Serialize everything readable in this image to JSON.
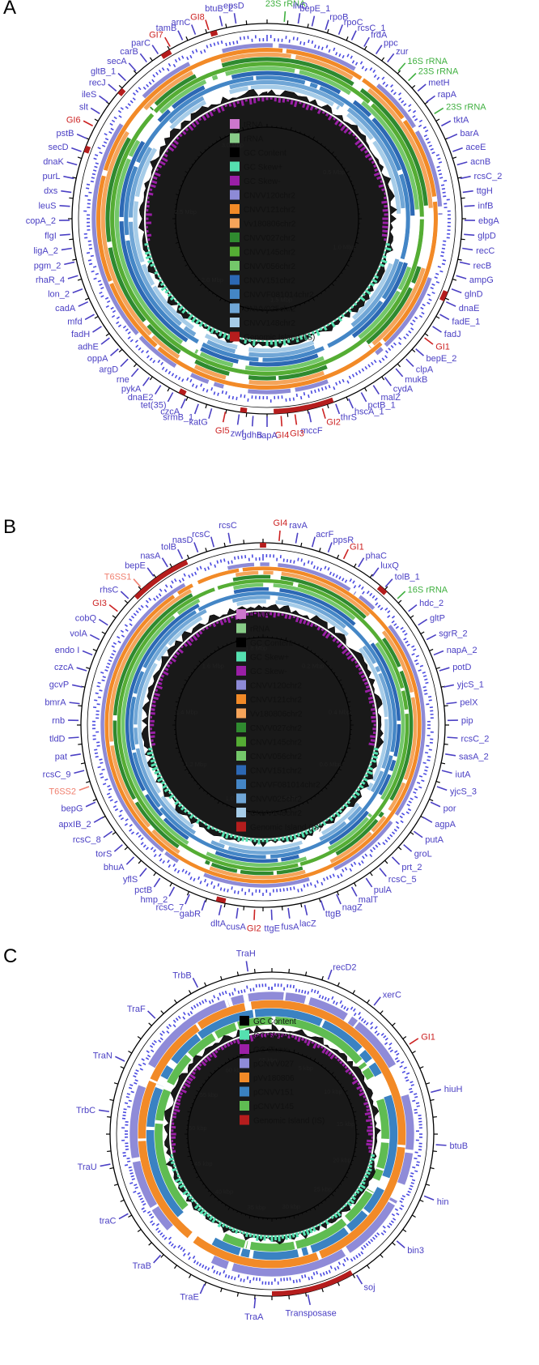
{
  "colors": {
    "tRNA": "#cc77cc",
    "rRNA": "#88cc88",
    "gc_content": "#000000",
    "gc_skew_pos": "#55e0b0",
    "gc_skew_neg": "#9a1fa6",
    "gene_label": "#4b40c4",
    "rrna_label": "#40b040",
    "island_label": "#cc2222",
    "t6ss_label": "#f08070",
    "cds": "#4a4ae0",
    "island": "#b51d1d",
    "CNVV120chr2": "#8d8ad6",
    "CNVV121chr2": "#f28a27",
    "Vv180806chr2": "#f5a45a",
    "CNVV027chr2": "#2f8a2f",
    "CNVV145chr2": "#55ad34",
    "CNVV056chr2": "#74c76a",
    "CNVV151chr2": "#2c68b4",
    "CNVVF081014chr2": "#4486c6",
    "CNVV025chr2": "#70a6d6",
    "CNVV148chr2": "#a6cce8",
    "pCNVV027": "#8f8bd8",
    "pVv180806": "#f28a27",
    "pCNVV151": "#3a82c2",
    "pCNVV145": "#5fbc52"
  },
  "panels": [
    {
      "letter": "A",
      "legend": [
        {
          "label": "tRNA",
          "color": "#cc77cc"
        },
        {
          "label": "rRNA",
          "color": "#88cc88"
        },
        {
          "label": "GC Content",
          "color": "#000000"
        },
        {
          "label": "GC Skew+",
          "color": "#55e0b0"
        },
        {
          "label": "GC Skew-",
          "color": "#9a1fa6"
        },
        {
          "label": "CNVV120chr2",
          "color": "#8d8ad6"
        },
        {
          "label": "CNVV121chr2",
          "color": "#f28a27"
        },
        {
          "label": "Vv180806chr2",
          "color": "#f5a45a"
        },
        {
          "label": "CNVV027chr2",
          "color": "#2f8a2f"
        },
        {
          "label": "CNVV145chr2",
          "color": "#55ad34"
        },
        {
          "label": "CNVV056chr2",
          "color": "#74c76a"
        },
        {
          "label": "CNVV151chr2",
          "color": "#2c68b4"
        },
        {
          "label": "CNVVF081014chr2",
          "color": "#4486c6"
        },
        {
          "label": "CNVV025chr2",
          "color": "#70a6d6"
        },
        {
          "label": "CNVV148chr2",
          "color": "#a6cce8"
        },
        {
          "label": "Genomic Island (IS)",
          "color": "#b51d1d"
        }
      ],
      "tick_labels": [
        "0.5 Mbp",
        "1.0 Mbp",
        "1.5 Mbp",
        "2.0 Mbp",
        "2.5 Mbp",
        "3.0 Mbp"
      ],
      "labels": [
        {
          "text": "23S rRNA",
          "kind": "rrna"
        },
        {
          "text": "ilvD",
          "kind": "gene"
        },
        {
          "text": "bepE_1",
          "kind": "gene"
        },
        {
          "text": "rpoB",
          "kind": "gene"
        },
        {
          "text": "rpoC",
          "kind": "gene"
        },
        {
          "text": "rcsC_1",
          "kind": "gene"
        },
        {
          "text": "frdA",
          "kind": "gene"
        },
        {
          "text": "ppc",
          "kind": "gene"
        },
        {
          "text": "zur",
          "kind": "gene"
        },
        {
          "text": "16S rRNA",
          "kind": "rrna"
        },
        {
          "text": "23S rRNA",
          "kind": "rrna"
        },
        {
          "text": "metH",
          "kind": "gene"
        },
        {
          "text": "rapA",
          "kind": "gene"
        },
        {
          "text": "23S rRNA",
          "kind": "rrna"
        },
        {
          "text": "tktA",
          "kind": "gene"
        },
        {
          "text": "barA",
          "kind": "gene"
        },
        {
          "text": "aceE",
          "kind": "gene"
        },
        {
          "text": "acnB",
          "kind": "gene"
        },
        {
          "text": "rcsC_2",
          "kind": "gene"
        },
        {
          "text": "ttgH",
          "kind": "gene"
        },
        {
          "text": "infB",
          "kind": "gene"
        },
        {
          "text": "ebgA",
          "kind": "gene"
        },
        {
          "text": "glpD",
          "kind": "gene"
        },
        {
          "text": "recC",
          "kind": "gene"
        },
        {
          "text": "recB",
          "kind": "gene"
        },
        {
          "text": "ampG",
          "kind": "gene"
        },
        {
          "text": "glnD",
          "kind": "gene"
        },
        {
          "text": "dnaE",
          "kind": "gene"
        },
        {
          "text": "fadE_1",
          "kind": "gene"
        },
        {
          "text": "fadJ",
          "kind": "gene"
        },
        {
          "text": "GI1",
          "kind": "island"
        },
        {
          "text": "bepE_2",
          "kind": "gene"
        },
        {
          "text": "clpA",
          "kind": "gene"
        },
        {
          "text": "mukB",
          "kind": "gene"
        },
        {
          "text": "cydA",
          "kind": "gene"
        },
        {
          "text": "malZ",
          "kind": "gene"
        },
        {
          "text": "pctB_1",
          "kind": "gene"
        },
        {
          "text": "hscA_1",
          "kind": "gene"
        },
        {
          "text": "thrS",
          "kind": "gene"
        },
        {
          "text": "GI2",
          "kind": "island"
        },
        {
          "text": "mccF",
          "kind": "gene"
        },
        {
          "text": "GI3",
          "kind": "island"
        },
        {
          "text": "GI4",
          "kind": "island"
        },
        {
          "text": "napA",
          "kind": "gene"
        },
        {
          "text": "gdhB",
          "kind": "gene"
        },
        {
          "text": "zwf",
          "kind": "gene"
        },
        {
          "text": "GI5",
          "kind": "island"
        },
        {
          "text": "katG",
          "kind": "gene"
        },
        {
          "text": "srmB_1",
          "kind": "gene"
        },
        {
          "text": "czcA",
          "kind": "gene"
        },
        {
          "text": "tet(35)",
          "kind": "gene"
        },
        {
          "text": "dnaE2",
          "kind": "gene"
        },
        {
          "text": "pykA",
          "kind": "gene"
        },
        {
          "text": "rne",
          "kind": "gene"
        },
        {
          "text": "argD",
          "kind": "gene"
        },
        {
          "text": "oppA",
          "kind": "gene"
        },
        {
          "text": "adhE",
          "kind": "gene"
        },
        {
          "text": "fadH",
          "kind": "gene"
        },
        {
          "text": "mfd",
          "kind": "gene"
        },
        {
          "text": "cadA",
          "kind": "gene"
        },
        {
          "text": "lon_2",
          "kind": "gene"
        },
        {
          "text": "rhaR_4",
          "kind": "gene"
        },
        {
          "text": "pgm_2",
          "kind": "gene"
        },
        {
          "text": "ligA_2",
          "kind": "gene"
        },
        {
          "text": "flgI",
          "kind": "gene"
        },
        {
          "text": "copA_2",
          "kind": "gene"
        },
        {
          "text": "leuS",
          "kind": "gene"
        },
        {
          "text": "dxs",
          "kind": "gene"
        },
        {
          "text": "purL",
          "kind": "gene"
        },
        {
          "text": "dnaK",
          "kind": "gene"
        },
        {
          "text": "secD",
          "kind": "gene"
        },
        {
          "text": "pstB",
          "kind": "gene"
        },
        {
          "text": "GI6",
          "kind": "island"
        },
        {
          "text": "slt",
          "kind": "gene"
        },
        {
          "text": "ileS",
          "kind": "gene"
        },
        {
          "text": "recJ",
          "kind": "gene"
        },
        {
          "text": "gltB_1",
          "kind": "gene"
        },
        {
          "text": "secA",
          "kind": "gene"
        },
        {
          "text": "carB",
          "kind": "gene"
        },
        {
          "text": "parC",
          "kind": "gene"
        },
        {
          "text": "GI7",
          "kind": "island"
        },
        {
          "text": "tamB",
          "kind": "gene"
        },
        {
          "text": "arnC",
          "kind": "gene"
        },
        {
          "text": "GI8",
          "kind": "island"
        },
        {
          "text": "btuB_2",
          "kind": "gene"
        },
        {
          "text": "epsD",
          "kind": "gene"
        }
      ]
    },
    {
      "letter": "B",
      "legend": [
        {
          "label": "tRNA",
          "color": "#cc77cc"
        },
        {
          "label": "rRNA",
          "color": "#88cc88"
        },
        {
          "label": "GC Content",
          "color": "#000000"
        },
        {
          "label": "GC Skew+",
          "color": "#55e0b0"
        },
        {
          "label": "GC Skew-",
          "color": "#9a1fa6"
        },
        {
          "label": "CNVV120chr2",
          "color": "#8d8ad6"
        },
        {
          "label": "CNVV121chr2",
          "color": "#f28a27"
        },
        {
          "label": "Vv180806chr2",
          "color": "#f5a45a"
        },
        {
          "label": "CNVV027chr2",
          "color": "#2f8a2f"
        },
        {
          "label": "CNVV145chr2",
          "color": "#55ad34"
        },
        {
          "label": "CNVV056chr2",
          "color": "#74c76a"
        },
        {
          "label": "CNVV151chr2",
          "color": "#2c68b4"
        },
        {
          "label": "CNVVF081014chr2",
          "color": "#4486c6"
        },
        {
          "label": "CNVV025chr2",
          "color": "#70a6d6"
        },
        {
          "label": "CNVV148chr2",
          "color": "#a6cce8"
        },
        {
          "label": "Genomic Island (IS)",
          "color": "#b51d1d"
        }
      ],
      "tick_labels": [
        "0.2 Mbp",
        "0.4 Mbp",
        "0.6 Mbp",
        "0.8 Mbp",
        "1.0 Mbp",
        "1.2 Mbp",
        "1.4 Mbp",
        "1.6 Mbp",
        "1.8 Mbp"
      ],
      "labels": [
        {
          "text": "GI4",
          "kind": "island"
        },
        {
          "text": "ravA",
          "kind": "gene"
        },
        {
          "text": "acrF",
          "kind": "gene"
        },
        {
          "text": "ppsR",
          "kind": "gene"
        },
        {
          "text": "GI1",
          "kind": "island"
        },
        {
          "text": "phaC",
          "kind": "gene"
        },
        {
          "text": "luxQ",
          "kind": "gene"
        },
        {
          "text": "tolB_1",
          "kind": "gene"
        },
        {
          "text": "16S rRNA",
          "kind": "rrna"
        },
        {
          "text": "hdc_2",
          "kind": "gene"
        },
        {
          "text": "gltP",
          "kind": "gene"
        },
        {
          "text": "sgrR_2",
          "kind": "gene"
        },
        {
          "text": "napA_2",
          "kind": "gene"
        },
        {
          "text": "potD",
          "kind": "gene"
        },
        {
          "text": "yjcS_1",
          "kind": "gene"
        },
        {
          "text": "pelX",
          "kind": "gene"
        },
        {
          "text": "pip",
          "kind": "gene"
        },
        {
          "text": "rcsC_2",
          "kind": "gene"
        },
        {
          "text": "sasA_2",
          "kind": "gene"
        },
        {
          "text": "iutA",
          "kind": "gene"
        },
        {
          "text": "yjcS_3",
          "kind": "gene"
        },
        {
          "text": "por",
          "kind": "gene"
        },
        {
          "text": "agpA",
          "kind": "gene"
        },
        {
          "text": "putA",
          "kind": "gene"
        },
        {
          "text": "groL",
          "kind": "gene"
        },
        {
          "text": "prt_2",
          "kind": "gene"
        },
        {
          "text": "rcsC_5",
          "kind": "gene"
        },
        {
          "text": "pulA",
          "kind": "gene"
        },
        {
          "text": "malT",
          "kind": "gene"
        },
        {
          "text": "nagZ",
          "kind": "gene"
        },
        {
          "text": "ttgB",
          "kind": "gene"
        },
        {
          "text": "lacZ",
          "kind": "gene"
        },
        {
          "text": "fusA",
          "kind": "gene"
        },
        {
          "text": "ttgE",
          "kind": "gene"
        },
        {
          "text": "GI2",
          "kind": "island"
        },
        {
          "text": "cusA",
          "kind": "gene"
        },
        {
          "text": "dltA",
          "kind": "gene"
        },
        {
          "text": "gabR",
          "kind": "gene"
        },
        {
          "text": "rcsC_7",
          "kind": "gene"
        },
        {
          "text": "hmp_2",
          "kind": "gene"
        },
        {
          "text": "pctB",
          "kind": "gene"
        },
        {
          "text": "yflS",
          "kind": "gene"
        },
        {
          "text": "bhuA",
          "kind": "gene"
        },
        {
          "text": "torS",
          "kind": "gene"
        },
        {
          "text": "rcsC_8",
          "kind": "gene"
        },
        {
          "text": "apxIB_2",
          "kind": "gene"
        },
        {
          "text": "bepG",
          "kind": "gene"
        },
        {
          "text": "T6SS2",
          "kind": "t6ss"
        },
        {
          "text": "rcsC_9",
          "kind": "gene"
        },
        {
          "text": "pat",
          "kind": "gene"
        },
        {
          "text": "tldD",
          "kind": "gene"
        },
        {
          "text": "rnb",
          "kind": "gene"
        },
        {
          "text": "bmrA",
          "kind": "gene"
        },
        {
          "text": "gcvP",
          "kind": "gene"
        },
        {
          "text": "czcA",
          "kind": "gene"
        },
        {
          "text": "endo I",
          "kind": "gene"
        },
        {
          "text": "volA",
          "kind": "gene"
        },
        {
          "text": "cobQ",
          "kind": "gene"
        },
        {
          "text": "GI3",
          "kind": "island"
        },
        {
          "text": "rhsC",
          "kind": "gene"
        },
        {
          "text": "T6SS1",
          "kind": "t6ss"
        },
        {
          "text": "bepE",
          "kind": "gene"
        },
        {
          "text": "nasA",
          "kind": "gene"
        },
        {
          "text": "tolB",
          "kind": "gene"
        },
        {
          "text": "nasD",
          "kind": "gene"
        },
        {
          "text": "rcsC",
          "kind": "gene"
        },
        {
          "text": "rcsC",
          "kind": "gene"
        }
      ]
    },
    {
      "letter": "C",
      "legend": [
        {
          "label": "GC Content",
          "color": "#000000"
        },
        {
          "label": "GC Skew+",
          "color": "#55e0b0"
        },
        {
          "label": "GC Skew-",
          "color": "#9a1fa6"
        },
        {
          "label": "pCNVV027",
          "color": "#8f8bd8"
        },
        {
          "label": "pVv180806",
          "color": "#f28a27"
        },
        {
          "label": "pCNVV151",
          "color": "#3a82c2"
        },
        {
          "label": "pCNVV145",
          "color": "#5fbc52"
        },
        {
          "label": "Genomic Island (IS)",
          "color": "#b51d1d"
        }
      ],
      "tick_labels": [
        "5 kbp",
        "10 kbp",
        "15 kbp",
        "20 kbp",
        "25 kbp",
        "30 kbp",
        "35 kbp",
        "40 kbp",
        "45 kbp",
        "50 kbp",
        "55 kbp",
        "60 kbp",
        "65 kbp"
      ],
      "labels": [
        {
          "text": "recD2",
          "kind": "gene"
        },
        {
          "text": "xerC",
          "kind": "gene"
        },
        {
          "text": "GI1",
          "kind": "island"
        },
        {
          "text": "hiuH",
          "kind": "gene"
        },
        {
          "text": "btuB",
          "kind": "gene"
        },
        {
          "text": "hin",
          "kind": "gene"
        },
        {
          "text": "bin3",
          "kind": "gene"
        },
        {
          "text": "soj",
          "kind": "gene"
        },
        {
          "text": "Transposase",
          "kind": "gene"
        },
        {
          "text": "TraA",
          "kind": "gene"
        },
        {
          "text": "TraE",
          "kind": "gene"
        },
        {
          "text": "TraB",
          "kind": "gene"
        },
        {
          "text": "traC",
          "kind": "gene"
        },
        {
          "text": "TraU",
          "kind": "gene"
        },
        {
          "text": "TrbC",
          "kind": "gene"
        },
        {
          "text": "TraN",
          "kind": "gene"
        },
        {
          "text": "TraF",
          "kind": "gene"
        },
        {
          "text": "TrbB",
          "kind": "gene"
        },
        {
          "text": "TraH",
          "kind": "gene"
        }
      ]
    }
  ]
}
